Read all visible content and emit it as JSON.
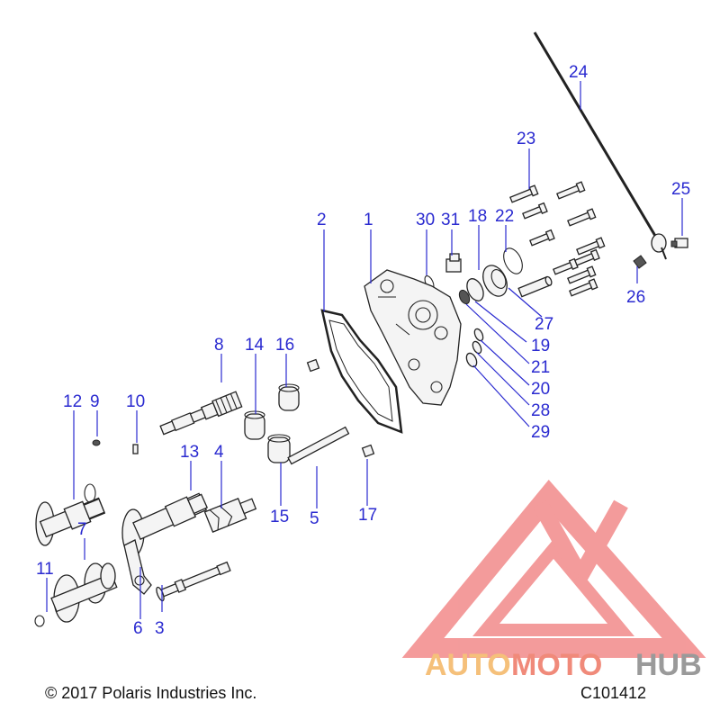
{
  "footer": {
    "copyright": "© 2017 Polaris Industries Inc.",
    "diagram_id": "C101412"
  },
  "watermark": {
    "part1": "AUTO",
    "part2": "MOTO",
    "part3": "HUB",
    "colors": {
      "auto": "#f5c07a",
      "moto": "#f08a7a",
      "hub": "#9a9a9a",
      "logo": "#f07a7a"
    }
  },
  "callouts": {
    "c1": "1",
    "c2": "2",
    "c3": "3",
    "c4": "4",
    "c5": "5",
    "c6": "6",
    "c7": "7",
    "c8": "8",
    "c9": "9",
    "c10": "10",
    "c11": "11",
    "c12": "12",
    "c13": "13",
    "c14": "14",
    "c15": "15",
    "c16": "16",
    "c17": "17",
    "c18": "18",
    "c19": "19",
    "c20": "20",
    "c21": "21",
    "c22": "22",
    "c23": "23",
    "c24": "24",
    "c25": "25",
    "c26": "26",
    "c27": "27",
    "c28": "28",
    "c29": "29",
    "c30": "30",
    "c31": "31"
  },
  "colors": {
    "callout": "#2a2ad0"
  }
}
